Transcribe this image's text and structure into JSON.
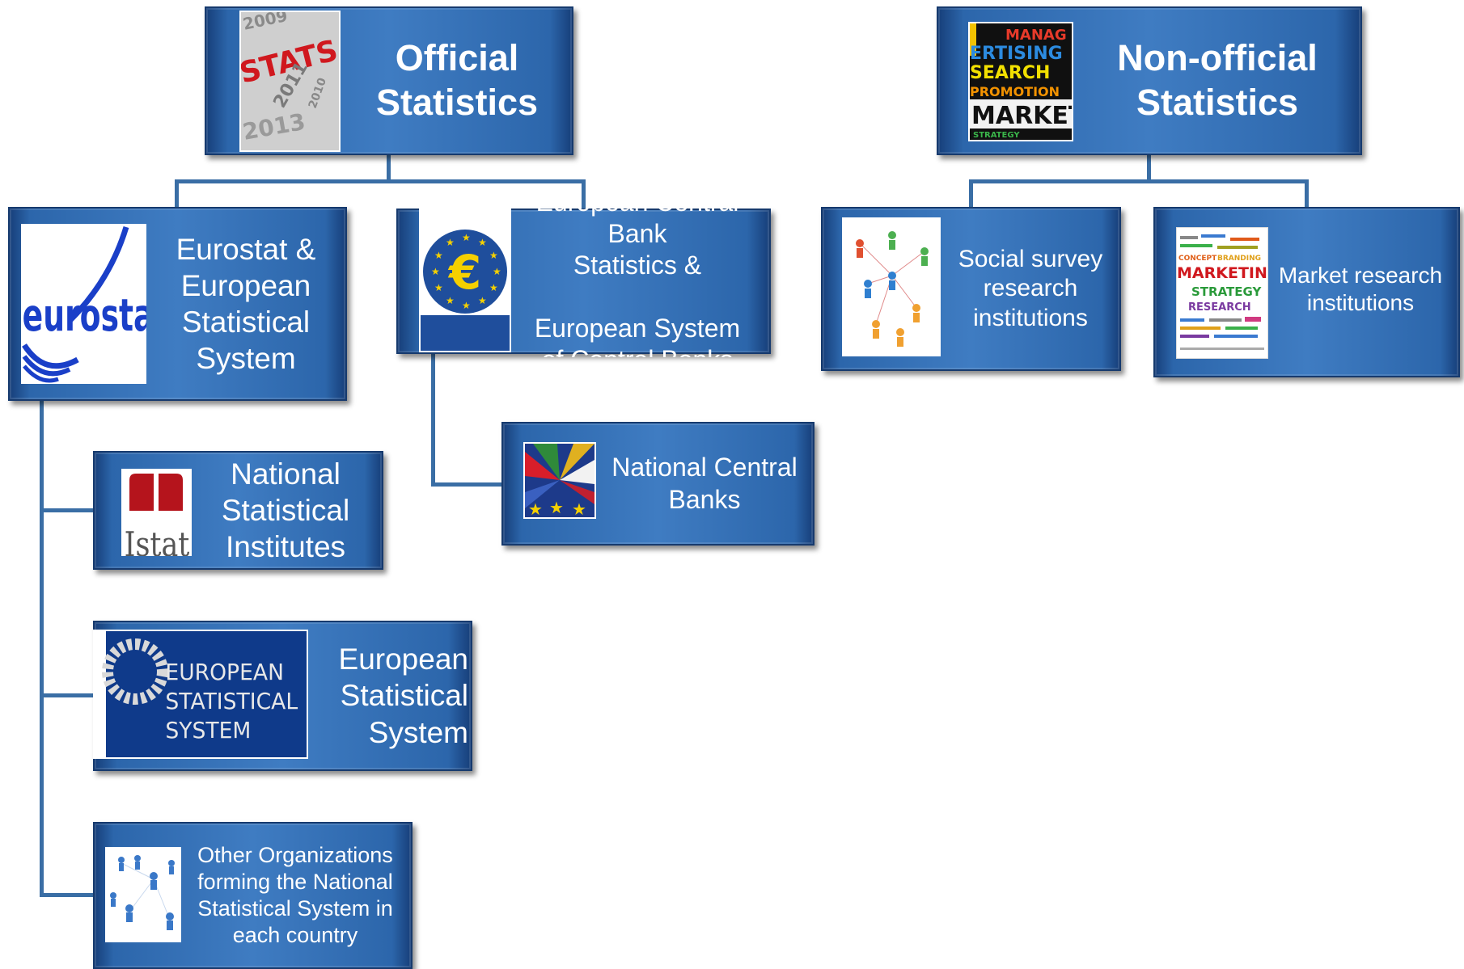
{
  "official": {
    "label": "Official\nStatistics"
  },
  "nonofficial": {
    "label": "Non-official\nStatistics"
  },
  "eurostat": {
    "label": "Eurostat &\nEuropean\nStatistical\nSystem",
    "logo": "eurostat"
  },
  "ecb": {
    "label": "European Central Bank\nStatistics &\n\nEuropean System\nof Central Banks",
    "logo_symbol": "€"
  },
  "social": {
    "label": "Social survey\nresearch\ninstitutions"
  },
  "market": {
    "label": "Market research\ninstitutions"
  },
  "nsi": {
    "label": "National\nStatistical\nInstitutes",
    "logo": "Istat"
  },
  "ncb": {
    "label": "National Central\nBanks"
  },
  "ess": {
    "label": "European  Statistical\nSystem",
    "logo_lines": [
      "EUROPEAN",
      "STATISTICAL",
      "SYSTEM"
    ]
  },
  "other": {
    "label": "Other Organizations\nforming the National\nStatistical System in\neach country"
  },
  "stats_image": {
    "words": [
      "2009",
      "STATS",
      "2011",
      "2013",
      "2010"
    ]
  },
  "market_image": {
    "words": [
      "MANAG",
      "ERTISING",
      "SEARCH",
      "PROMOTION",
      "MARKET",
      "STRATEGY"
    ]
  },
  "marketing_image": {
    "words": [
      "CONCEPT",
      "BRANDING",
      "MARKETING",
      "STRATEGY",
      "RESEARCH"
    ]
  }
}
